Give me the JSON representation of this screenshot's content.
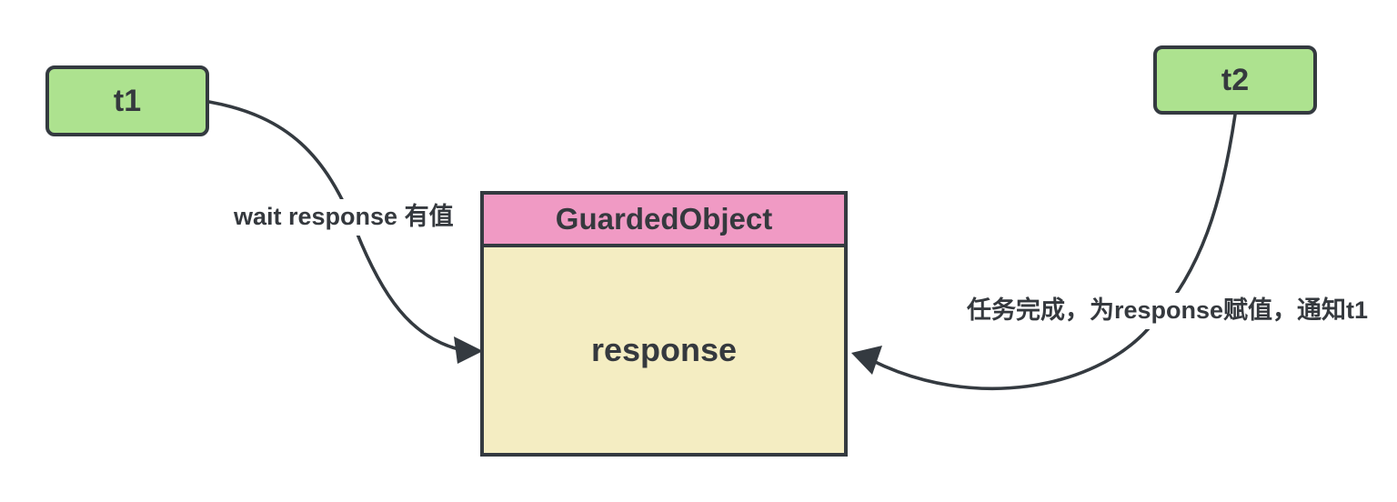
{
  "diagram": {
    "nodes": {
      "t1": {
        "label": "t1"
      },
      "t2": {
        "label": "t2"
      },
      "guarded_object": {
        "title": "GuardedObject",
        "field": "response"
      }
    },
    "edges": {
      "t1_to_guarded": {
        "label": "wait response 有值"
      },
      "t2_to_guarded": {
        "label": "任务完成，为response赋值，通知t1"
      }
    },
    "colors": {
      "node_fill_green": "#ade28f",
      "header_fill_pink": "#f09ac4",
      "body_fill_cream": "#f4edc2",
      "stroke": "#343a40",
      "text": "#35393e",
      "label_background": "#ffffff",
      "canvas_background": "#ffffff"
    }
  }
}
